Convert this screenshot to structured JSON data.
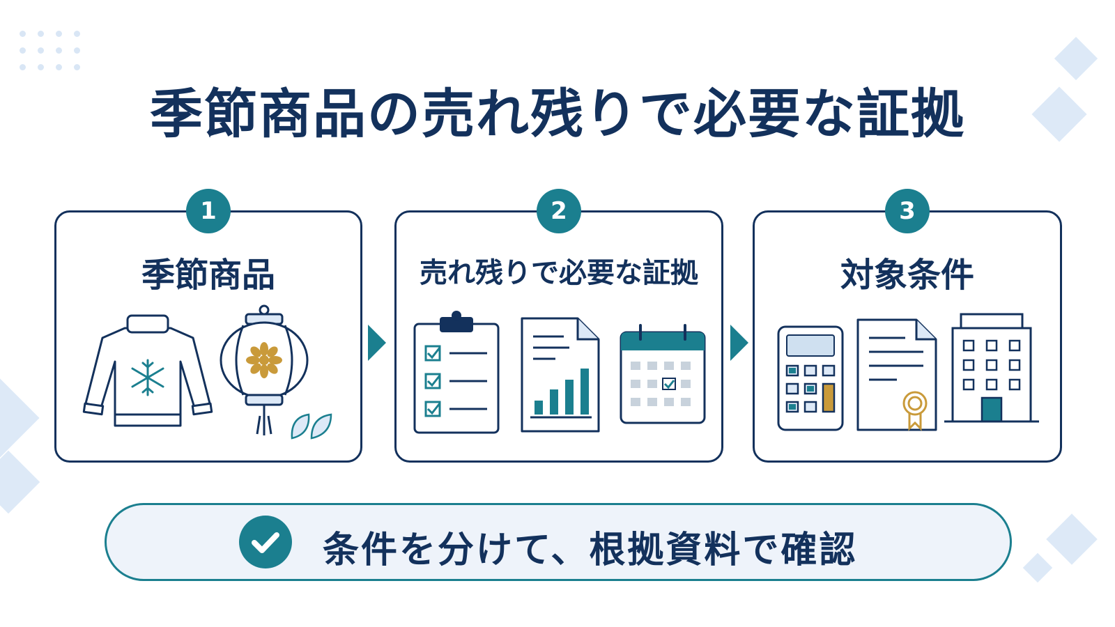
{
  "title": "季節商品の売れ残りで必要な証拠",
  "steps": [
    {
      "number": "1",
      "label": "季節商品"
    },
    {
      "number": "2",
      "label": "売れ残りで必要な証拠"
    },
    {
      "number": "3",
      "label": "対象条件"
    }
  ],
  "summary": {
    "text": "条件を分けて、根拠資料で確認"
  },
  "colors": {
    "navy": "#13315c",
    "teal": "#1b7f8f",
    "gold": "#c99a3a",
    "light": "#dde9f7"
  },
  "icons": {
    "step1": [
      "sweater-icon",
      "lantern-icon",
      "leaf-icon"
    ],
    "step2": [
      "clipboard-checklist-icon",
      "bar-chart-document-icon",
      "calendar-icon"
    ],
    "step3": [
      "calculator-icon",
      "certificate-document-icon",
      "office-building-icon"
    ],
    "summary": "check-icon"
  }
}
